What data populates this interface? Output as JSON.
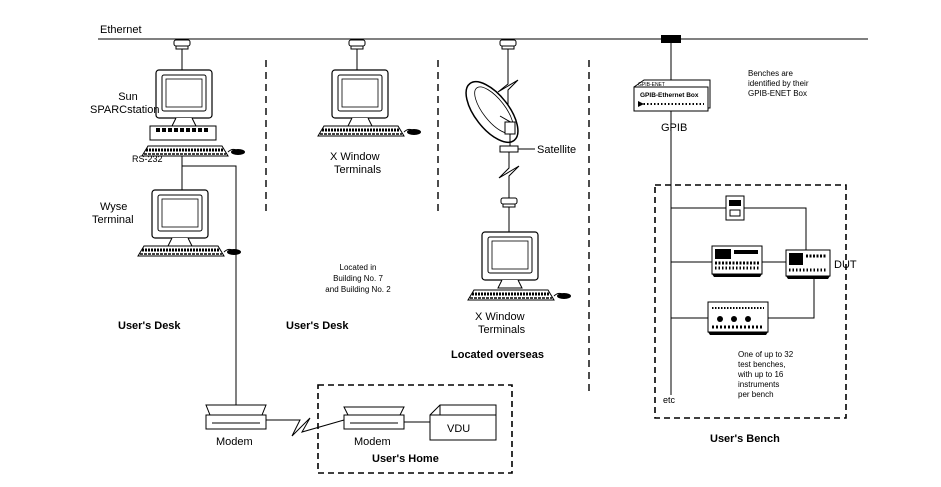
{
  "network": {
    "label": "Ethernet"
  },
  "workstation": {
    "line1": "Sun",
    "line2": "SPARCstation",
    "port_label": "RS-232"
  },
  "wyse": {
    "line1": "Wyse",
    "line2": "Terminal"
  },
  "desk_section": {
    "caption": "User's Desk"
  },
  "xterm_mid": {
    "line1": "X Window",
    "line2": "Terminals",
    "caption": "User's Desk",
    "note_line1": "Located in",
    "note_line2": "Building No. 7",
    "note_line3": "and Building No. 2"
  },
  "xterm_overseas": {
    "satellite_label": "Satellite",
    "line1": "X Window",
    "line2": "Terminals",
    "caption": "Located overseas"
  },
  "modem_desk": {
    "label": "Modem"
  },
  "home": {
    "modem_label": "Modem",
    "vdu_label": "VDU",
    "caption": "User's Home"
  },
  "gpib_box": {
    "small_label": "GPIB-ENET",
    "title": "GPIB-Ethernet Box",
    "bus_label": "GPIB",
    "etc_label": "etc"
  },
  "bench_note": {
    "line1": "Benches are",
    "line2": "identified by their",
    "line3": "GPIB-ENET Box"
  },
  "bench": {
    "dut_label": "DUT",
    "note_line1": "One of up to 32",
    "note_line2": "test benches,",
    "note_line3": "with up to 16",
    "note_line4": "instruments",
    "note_line5": "per bench",
    "caption": "User's Bench"
  }
}
